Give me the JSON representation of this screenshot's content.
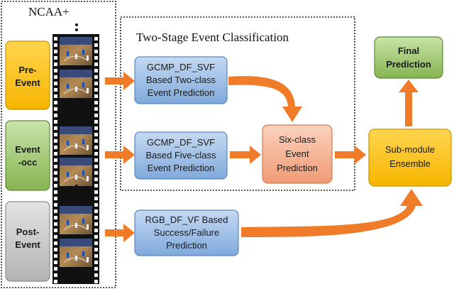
{
  "dataset_label": "NCAA+",
  "stage_title": "Two-Stage Event Classification",
  "stages": [
    {
      "id": "pre",
      "lines": [
        "Pre-",
        "Event"
      ],
      "color": "#ffc000",
      "border": "#c79400"
    },
    {
      "id": "occ",
      "lines": [
        "Event",
        "-occ"
      ],
      "color": "#8fbc5a",
      "border": "#5e8a34"
    },
    {
      "id": "post",
      "lines": [
        "Post-",
        "Event"
      ],
      "color": "#bfbfbf",
      "border": "#8a8a8a"
    }
  ],
  "modules": [
    {
      "id": "two-class",
      "lines": [
        "GCMP_DF_SVF",
        "Based Two-class",
        "Event Prediction"
      ]
    },
    {
      "id": "five-class",
      "lines": [
        "GCMP_DF_SVF",
        "Based Five-class",
        "Event Prediction"
      ]
    },
    {
      "id": "success-failure",
      "lines": [
        "RGB_DF_VF Based",
        "Success/Failure",
        "Prediction"
      ]
    }
  ],
  "six_class": {
    "lines": [
      "Six-class",
      "Event",
      "Prediction"
    ]
  },
  "ensemble": {
    "lines": [
      "Sub-module",
      "Ensemble"
    ]
  },
  "final": {
    "lines": [
      "Final",
      "Prediction"
    ]
  },
  "colors": {
    "module_fill": "#8db4e2",
    "module_border": "#5b87c0",
    "six_class_fill": "#f4a886",
    "six_class_border": "#d07c56",
    "ensemble_fill": "#ffc000",
    "ensemble_border": "#c79400",
    "final_fill": "#8fbc5a",
    "final_border": "#5e8a34",
    "arrow": "#f07c2a"
  }
}
